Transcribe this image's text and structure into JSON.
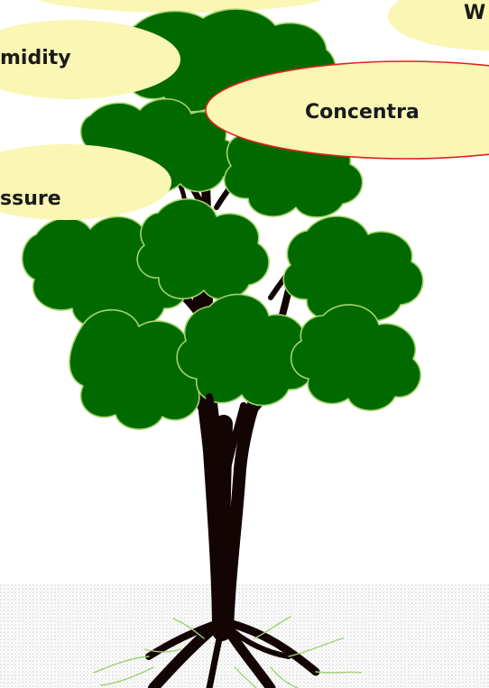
{
  "labels": {
    "humidity": "midity",
    "pressure": "ssure",
    "concentration": "Concentra",
    "top_right": "W"
  },
  "colors": {
    "bubble_fill": "#faf6b4",
    "highlight_outline": "#e02020",
    "foliage": "#006a00",
    "foliage_outline": "#a5d46a",
    "trunk": "#140505",
    "soil_dots": "#c9c9c9"
  }
}
